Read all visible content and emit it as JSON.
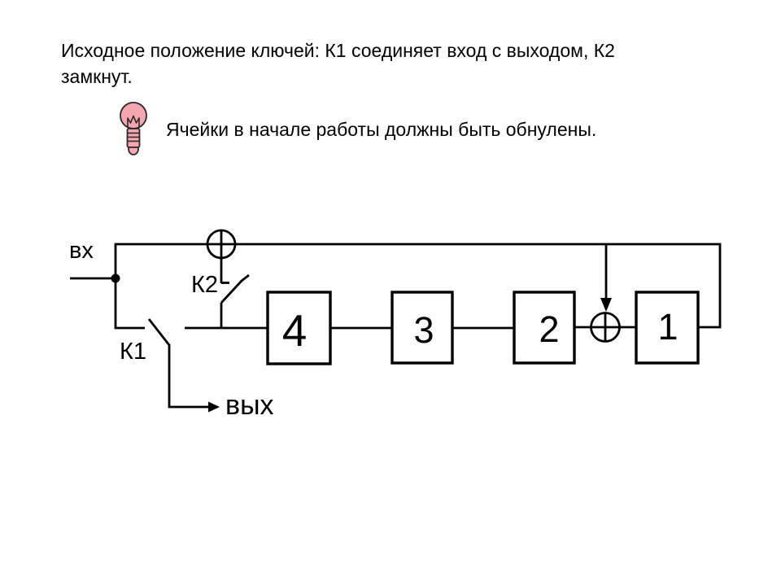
{
  "slide": {
    "title_lines": [
      "Исходное положение ключей: К1 соединяет вход с выходом, К2",
      "замкнут."
    ],
    "tip": {
      "icon": "lightbulb",
      "text": "Ячейки в начале работы должны быть обнулены."
    }
  },
  "diagram": {
    "type": "shift-register-scheme",
    "labels": {
      "input": "вх",
      "output": "вых",
      "switch1": "К1",
      "switch2": "К2"
    },
    "blocks": [
      {
        "label": "4"
      },
      {
        "label": "3"
      },
      {
        "label": "2"
      },
      {
        "label": "1"
      }
    ]
  },
  "colors": {
    "background": "#ffffff",
    "line": "#000000",
    "text": "#000000",
    "bulb_fill": "#f6a6ae",
    "bulb_outline": "#2a2a2a"
  }
}
